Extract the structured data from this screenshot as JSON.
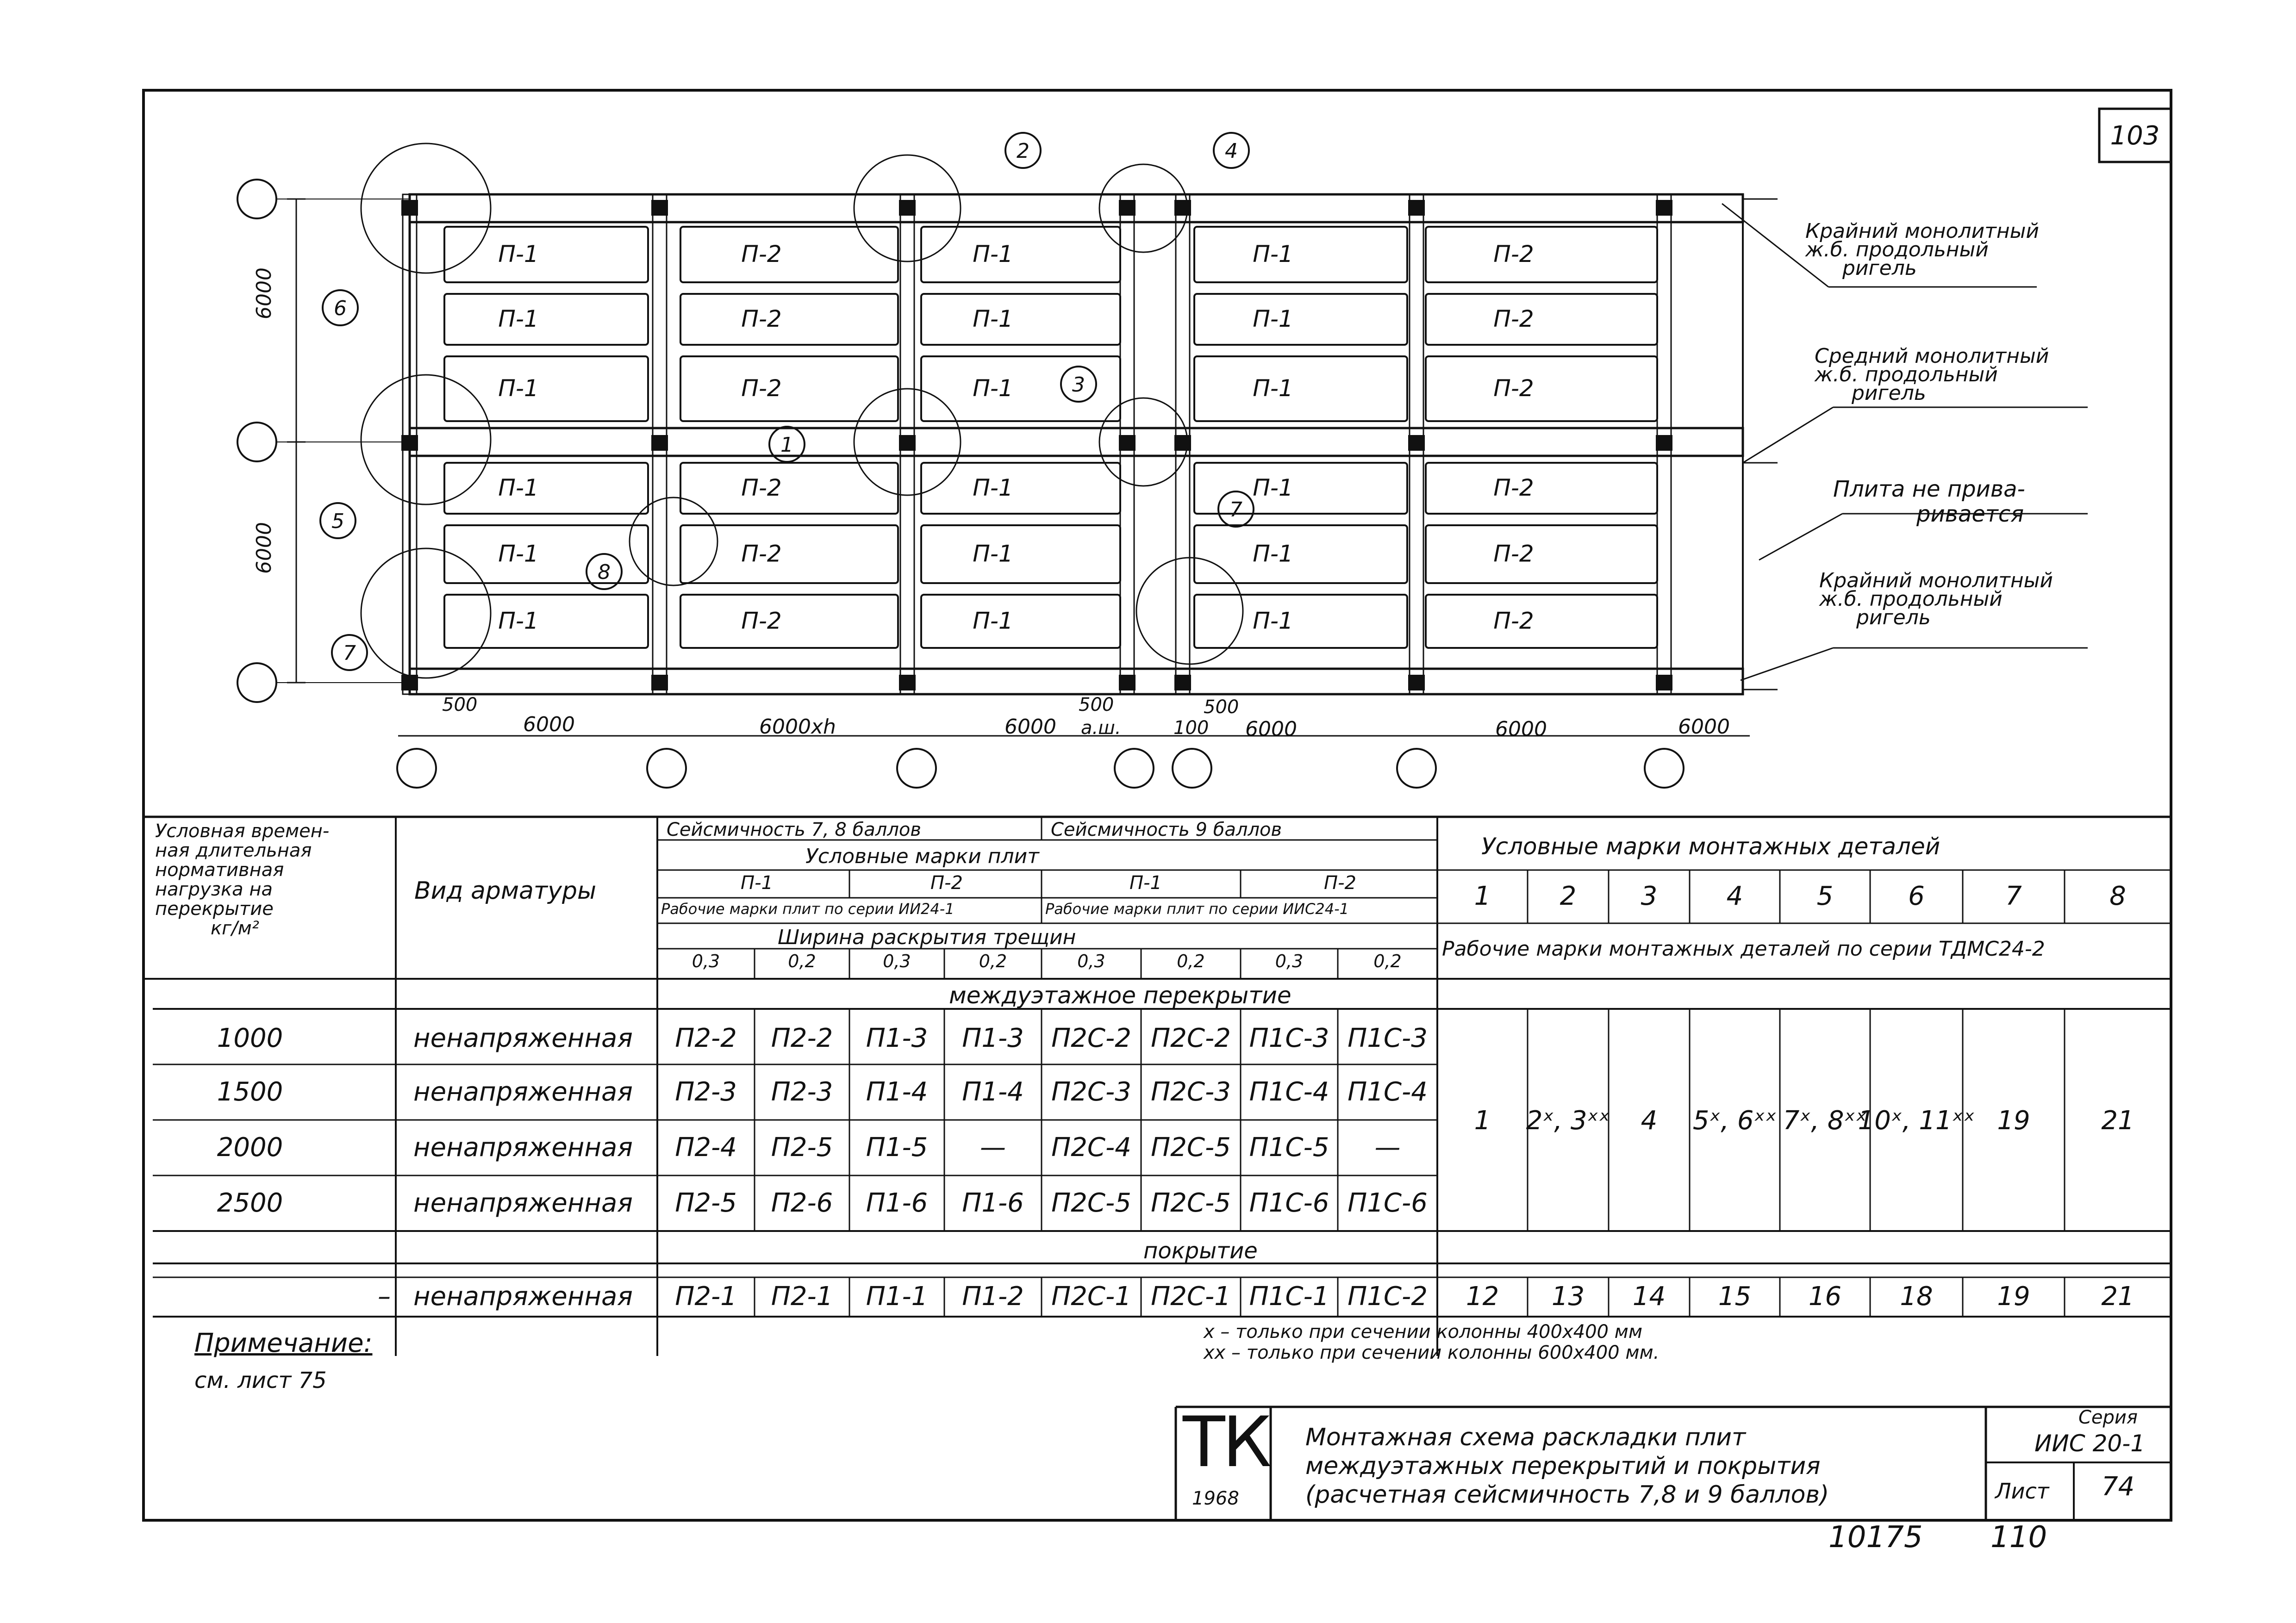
{
  "sheet_number": "103",
  "plan": {
    "dim_vertical": [
      "6000",
      "6000"
    ],
    "dim_horizontal": [
      "500",
      "6000",
      "6000xh",
      "6000",
      "500",
      "a.ш.",
      "500",
      "100",
      "6000",
      "6000",
      "6000"
    ],
    "callouts": [
      "1",
      "2",
      "3",
      "4",
      "5",
      "6",
      "7",
      "7",
      "8"
    ],
    "bays": [
      {
        "rows": [
          "П-1",
          "П-1",
          "П-1",
          "П-1",
          "П-1",
          "П-1"
        ]
      },
      {
        "rows": [
          "П-2",
          "П-2",
          "П-2",
          "П-2",
          "П-2",
          "П-2"
        ]
      },
      {
        "rows": [
          "П-1",
          "П-1",
          "П-1",
          "П-1",
          "П-1",
          "П-1"
        ]
      },
      {
        "rows": [
          "П-1",
          "П-1",
          "П-1",
          "П-1",
          "П-1",
          "П-1"
        ]
      },
      {
        "rows": [
          "П-2",
          "П-2",
          "П-2",
          "П-2",
          "П-2",
          "П-2"
        ]
      }
    ],
    "notes": [
      {
        "lines": [
          "Крайний монолитный",
          "ж.б. продольный",
          "ригель"
        ]
      },
      {
        "lines": [
          "Средний монолитный",
          "ж.б. продольный",
          "ригель"
        ]
      },
      {
        "lines": [
          "Плита не прива-",
          "ривается"
        ]
      },
      {
        "lines": [
          "Крайний монолитный",
          "ж.б. продольный",
          "ригель"
        ]
      }
    ]
  },
  "table": {
    "h_load": [
      "Условная времен-",
      "ная длительная",
      "нормативная",
      "нагрузка на",
      "перекрытие",
      "кг/м²"
    ],
    "h_arm": "Вид арматуры",
    "h_seis78": "Сейсмичность 7, 8  баллов",
    "h_seis9": "Сейсмичность 9 баллов",
    "h_marks": "Условные  марки  плит",
    "h_p1": "П-1",
    "h_p2": "П-2",
    "h_p1b": "П-1",
    "h_p2b": "П-2",
    "h_work1": "Рабочие марки плит по серии ИИ24-1",
    "h_work2": "Рабочие марки плит по серии ИИС24-1",
    "h_crack": "Ширина  раскрытия  трещин",
    "h_crack_vals": [
      "0,3",
      "0,2",
      "0,3",
      "0,2",
      "0,3",
      "0,2",
      "0,3",
      "0,2"
    ],
    "h_details": "Условные  марки  монтажных  деталей",
    "h_detail_nums": [
      "1",
      "2",
      "3",
      "4",
      "5",
      "6",
      "7",
      "8"
    ],
    "h_details_work": "Рабочие марки монтажных деталей по серии ТДМС24-2",
    "sec_floor": "междуэтажное  перекрытие",
    "floor_rows": [
      {
        "load": "1000",
        "arm": "ненапряженная",
        "marks": [
          "П2-2",
          "П2-2",
          "П1-3",
          "П1-3",
          "П2С-2",
          "П2С-2",
          "П1С-3",
          "П1С-3"
        ]
      },
      {
        "load": "1500",
        "arm": "ненапряженная",
        "marks": [
          "П2-3",
          "П2-3",
          "П1-4",
          "П1-4",
          "П2С-3",
          "П2С-3",
          "П1С-4",
          "П1С-4"
        ]
      },
      {
        "load": "2000",
        "arm": "ненапряженная",
        "marks": [
          "П2-4",
          "П2-5",
          "П1-5",
          "—",
          "П2С-4",
          "П2С-5",
          "П1С-5",
          "—"
        ]
      },
      {
        "load": "2500",
        "arm": "ненапряженная",
        "marks": [
          "П2-5",
          "П2-6",
          "П1-6",
          "П1-6",
          "П2С-5",
          "П2С-5",
          "П1С-6",
          "П1С-6"
        ]
      }
    ],
    "floor_details": [
      "1",
      "2ˣ, 3ˣˣ",
      "4",
      "5ˣ, 6ˣˣ",
      "7ˣ, 8ˣˣ",
      "10ˣ, 11ˣˣ",
      "19",
      "21"
    ],
    "sec_roof": "покрытие",
    "roof_row": {
      "load": "–",
      "arm": "ненапряженная",
      "marks": [
        "П2-1",
        "П2-1",
        "П1-1",
        "П1-2",
        "П2С-1",
        "П2С-1",
        "П1С-1",
        "П1С-2"
      ],
      "details": [
        "12",
        "13",
        "14",
        "15",
        "16",
        "18",
        "19",
        "21"
      ]
    }
  },
  "footnotes": [
    "х – только при сечении колонны 400х400 мм",
    "хх – только при сечении колонны 600х400 мм."
  ],
  "note_title": "Примечание:",
  "note_text": "см. лист 75",
  "stamp": {
    "logo": "ТК",
    "year": "1968",
    "title_lines": [
      "Монтажная схема раскладки плит",
      "междуэтажных перекрытий и покрытия",
      "(расчетная сейсмичность 7,8 и 9 баллов)"
    ],
    "series_label": "Серия",
    "series_value": "ИИС 20-1",
    "sheet_label": "Лист",
    "sheet_value": "74"
  },
  "doc_numbers": [
    "10175",
    "110"
  ]
}
